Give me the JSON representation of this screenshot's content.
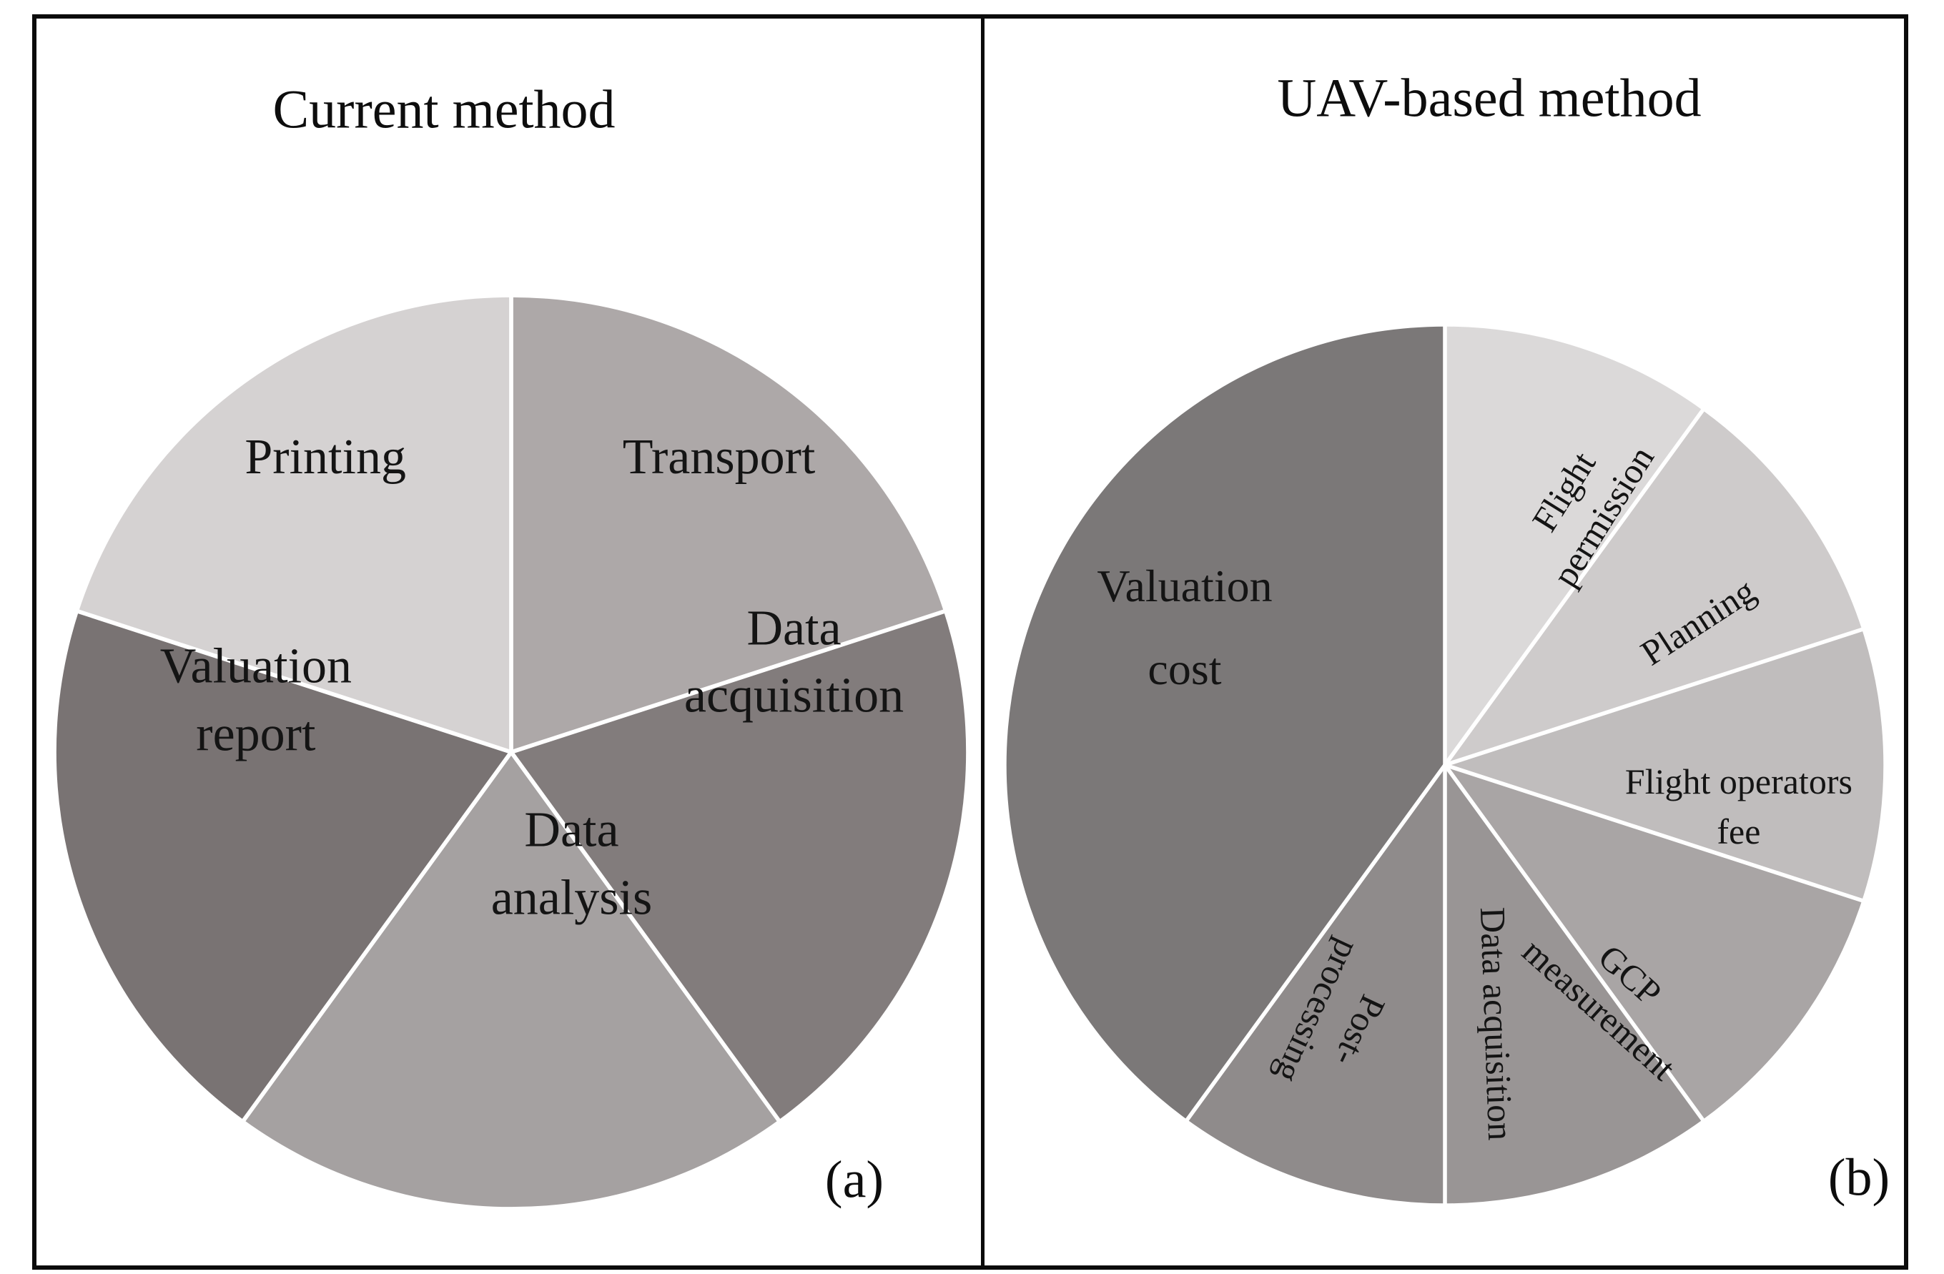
{
  "figure": {
    "panels": [
      {
        "id": "a",
        "title": "Current method",
        "corner_label": "(a)"
      },
      {
        "id": "b",
        "title": "UAV-based method",
        "corner_label": "(b)"
      }
    ]
  },
  "colors": {
    "frame_border": "#0b0b0b",
    "background": "#ffffff",
    "slice_separator": "#ffffff",
    "label_text": "#141414"
  },
  "chart_data": [
    {
      "id": "a",
      "type": "pie",
      "title": "Current method",
      "start_angle_deg": 0,
      "direction": "clockwise",
      "legend": "none (labels inside slices)",
      "slices": [
        {
          "label": "Transport",
          "value_pct": 20,
          "color": "#ada8a8",
          "label_lines": [
            "Transport"
          ],
          "label_pos": {
            "x_pct": 72.7,
            "y_pct": 17.8
          },
          "label_rotation_deg": 0,
          "label_font_px": 70,
          "label_line_height": 1.35
        },
        {
          "label": "Data acquisition",
          "value_pct": 20,
          "color": "#827c7c",
          "label_lines": [
            "Data",
            "acquisition"
          ],
          "label_pos": {
            "x_pct": 80.9,
            "y_pct": 40.2
          },
          "label_rotation_deg": 0,
          "label_font_px": 70,
          "label_line_height": 1.35
        },
        {
          "label": "Data analysis",
          "value_pct": 20,
          "color": "#a5a1a1",
          "label_lines": [
            "Data",
            "analysis"
          ],
          "label_pos": {
            "x_pct": 56.6,
            "y_pct": 62.3
          },
          "label_rotation_deg": 0,
          "label_font_px": 70,
          "label_line_height": 1.35
        },
        {
          "label": "Valuation report",
          "value_pct": 20,
          "color": "#797373",
          "label_lines": [
            "Valuation",
            "report"
          ],
          "label_pos": {
            "x_pct": 22.1,
            "y_pct": 44.4
          },
          "label_rotation_deg": 0,
          "label_font_px": 70,
          "label_line_height": 1.35
        },
        {
          "label": "Printing",
          "value_pct": 20,
          "color": "#d5d2d2",
          "label_lines": [
            "Printing"
          ],
          "label_pos": {
            "x_pct": 29.7,
            "y_pct": 17.8
          },
          "label_rotation_deg": 0,
          "label_font_px": 70,
          "label_line_height": 1.35
        }
      ]
    },
    {
      "id": "b",
      "type": "pie",
      "title": "UAV-based method",
      "start_angle_deg": 0,
      "direction": "clockwise",
      "legend": "none (labels inside slices)",
      "slices": [
        {
          "label": "Flight permission",
          "value_pct": 10,
          "color": "#dbd9d9",
          "label_lines": [
            "Flight",
            "permission"
          ],
          "label_pos": {
            "x_pct": 65.7,
            "y_pct": 20.4
          },
          "label_rotation_deg": -58,
          "label_font_px": 50,
          "label_line_height": 1.3
        },
        {
          "label": "Planning",
          "value_pct": 10,
          "color": "#cecbcb",
          "label_lines": [
            "Planning"
          ],
          "label_pos": {
            "x_pct": 78.7,
            "y_pct": 33.8
          },
          "label_rotation_deg": -33,
          "label_font_px": 50,
          "label_line_height": 1.3
        },
        {
          "label": "Flight operators fee",
          "value_pct": 10,
          "color": "#c0bdbd",
          "label_lines": [
            "Flight operators",
            "fee"
          ],
          "label_pos": {
            "x_pct": 83.3,
            "y_pct": 54.7
          },
          "label_rotation_deg": 0,
          "label_font_px": 50,
          "label_line_height": 1.4
        },
        {
          "label": "GCP measurement",
          "value_pct": 10,
          "color": "#a9a5a5",
          "label_lines": [
            "GCP",
            "measurement"
          ],
          "label_pos": {
            "x_pct": 69.2,
            "y_pct": 75.8
          },
          "label_rotation_deg": 42,
          "label_font_px": 50,
          "label_line_height": 1.3
        },
        {
          "label": "Data acquisition",
          "value_pct": 10,
          "color": "#999595",
          "label_lines": [
            "Data acquisition"
          ],
          "label_pos": {
            "x_pct": 55.8,
            "y_pct": 79.3
          },
          "label_rotation_deg": 88,
          "label_font_px": 50,
          "label_line_height": 1.3
        },
        {
          "label": "Post-processing",
          "value_pct": 10,
          "color": "#8f8b8b",
          "label_lines": [
            "Post-",
            "processing"
          ],
          "label_pos": {
            "x_pct": 37.9,
            "y_pct": 79.0
          },
          "label_rotation_deg": 115,
          "label_font_px": 50,
          "label_line_height": 1.3
        },
        {
          "label": "Valuation cost",
          "value_pct": 40,
          "color": "#7b7878",
          "label_lines": [
            "Valuation",
            "cost"
          ],
          "label_pos": {
            "x_pct": 20.5,
            "y_pct": 34.4
          },
          "label_rotation_deg": 0,
          "label_font_px": 64,
          "label_line_height": 1.8
        }
      ]
    }
  ]
}
